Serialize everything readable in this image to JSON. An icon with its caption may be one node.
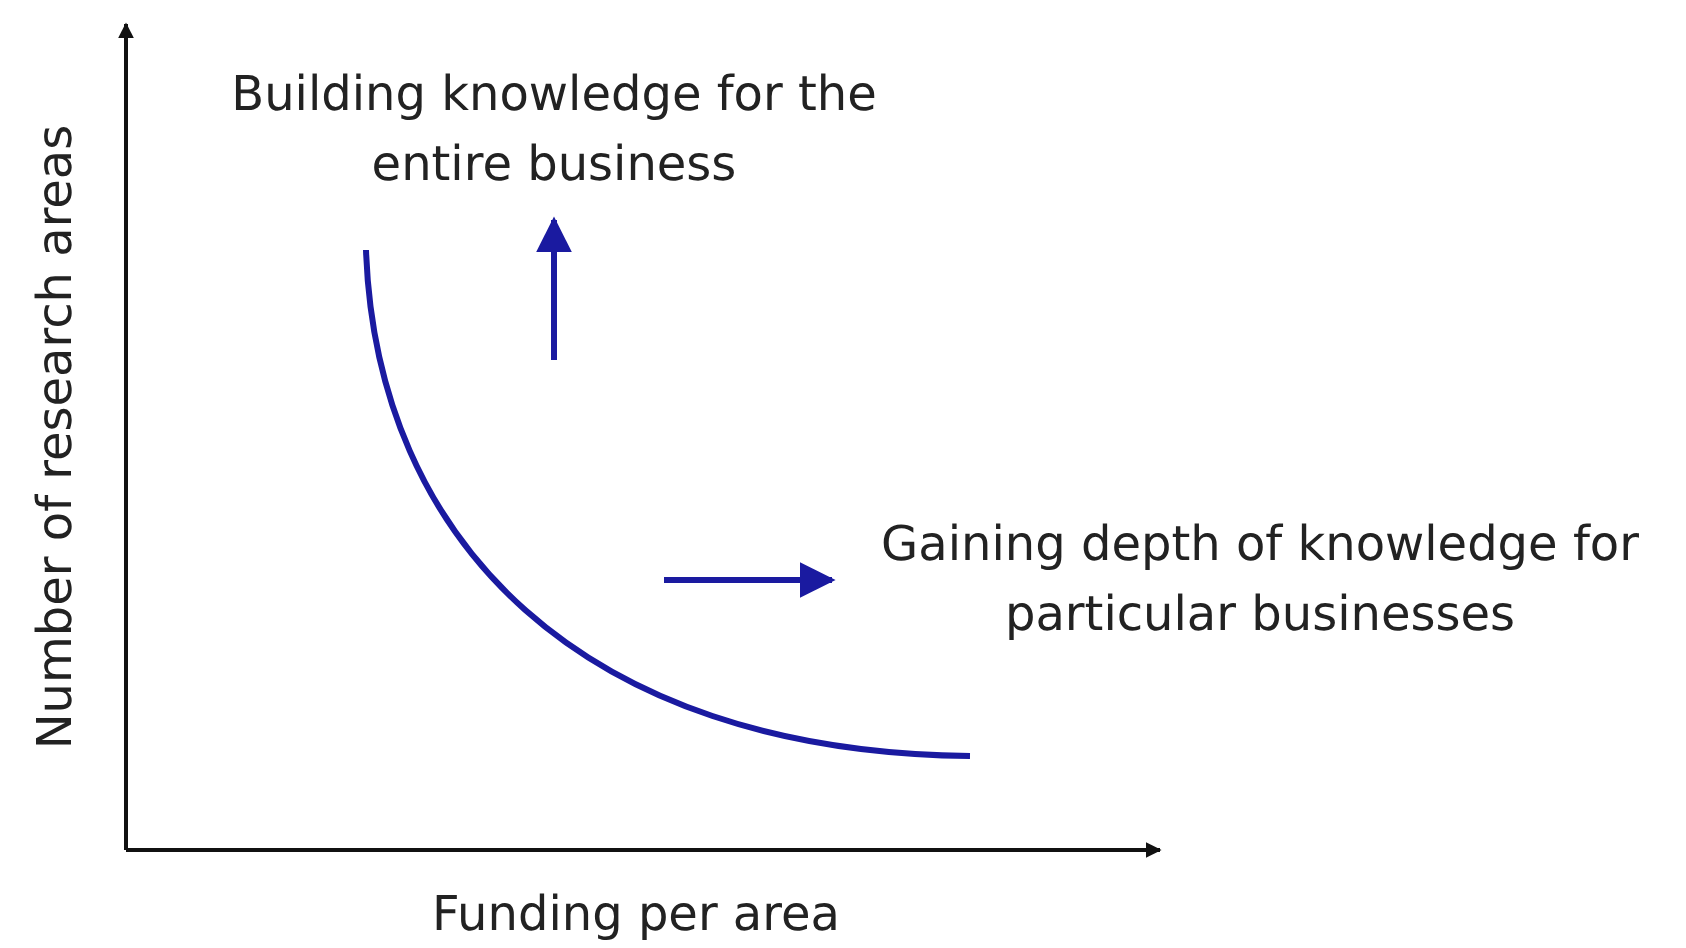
{
  "diagram": {
    "labels": [
      "Building knowledge for the entire business",
      "Gaining depth of knowledge for particular businesses",
      "Number of research areas",
      "Funding per area"
    ]
  }
}
